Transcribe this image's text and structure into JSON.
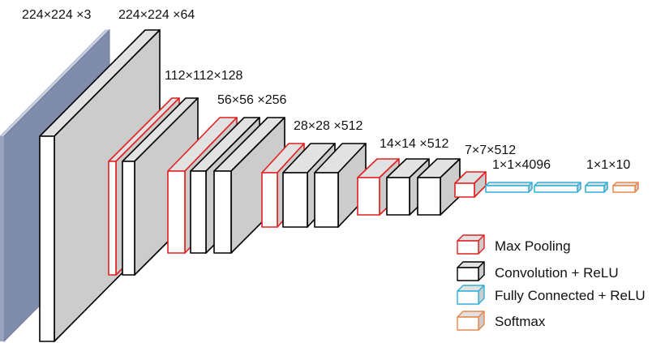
{
  "diagram": {
    "dimension_labels": {
      "input": "224×224 ×3",
      "conv1": "224×224 ×64",
      "conv2": "112×112×128",
      "conv3": "56×56 ×256",
      "conv4": "28×28 ×512",
      "conv5": "14×14 ×512",
      "pool5": "7×7×512",
      "fc": "1×1×4096",
      "output": "1×1×10"
    },
    "legend": {
      "max_pooling": "Max Pooling",
      "conv_relu": "Convolution + ReLU",
      "fc_relu": "Fully Connected + ReLU",
      "softmax": "Softmax"
    },
    "colors": {
      "input_front": "#98a4bf",
      "input_top": "#c7cfe0",
      "input_side": "#7f8cab",
      "face": "#ffffff",
      "side": "#cccccc",
      "top": "#d4d4d4",
      "max_pooling": "#e02020",
      "conv_relu": "#000000",
      "fc_relu": "#2eb0d8",
      "softmax": "#e8874a"
    }
  }
}
